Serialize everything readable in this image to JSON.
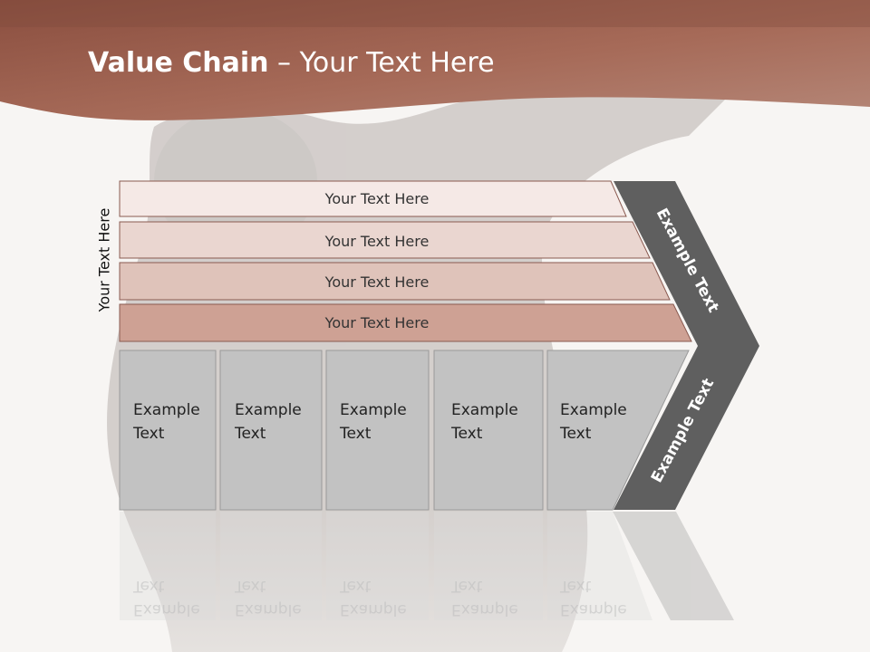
{
  "title": {
    "bold": "Value Chain",
    "rest": " – Your Text Here"
  },
  "side_label": "Your Text Here",
  "bands": [
    {
      "label": "Your Text Here",
      "color": "#f5e9e6"
    },
    {
      "label": "Your Text Here",
      "color": "#ead6d0"
    },
    {
      "label": "Your Text Here",
      "color": "#dfc3ba"
    },
    {
      "label": "Your Text Here",
      "color": "#cea194"
    }
  ],
  "columns": [
    {
      "line1": "Example",
      "line2": "Text"
    },
    {
      "line1": "Example",
      "line2": "Text"
    },
    {
      "line1": "Example",
      "line2": "Text"
    },
    {
      "line1": "Example",
      "line2": "Text"
    },
    {
      "line1": "Example",
      "line2": "Text"
    }
  ],
  "chevron": {
    "upper": "Example Text",
    "lower": "Example Text",
    "color": "#5f5f5f"
  },
  "colors": {
    "header": "#9a5e4d",
    "column_fill": "#c2c2c2",
    "band_stroke": "#8a5a50"
  }
}
